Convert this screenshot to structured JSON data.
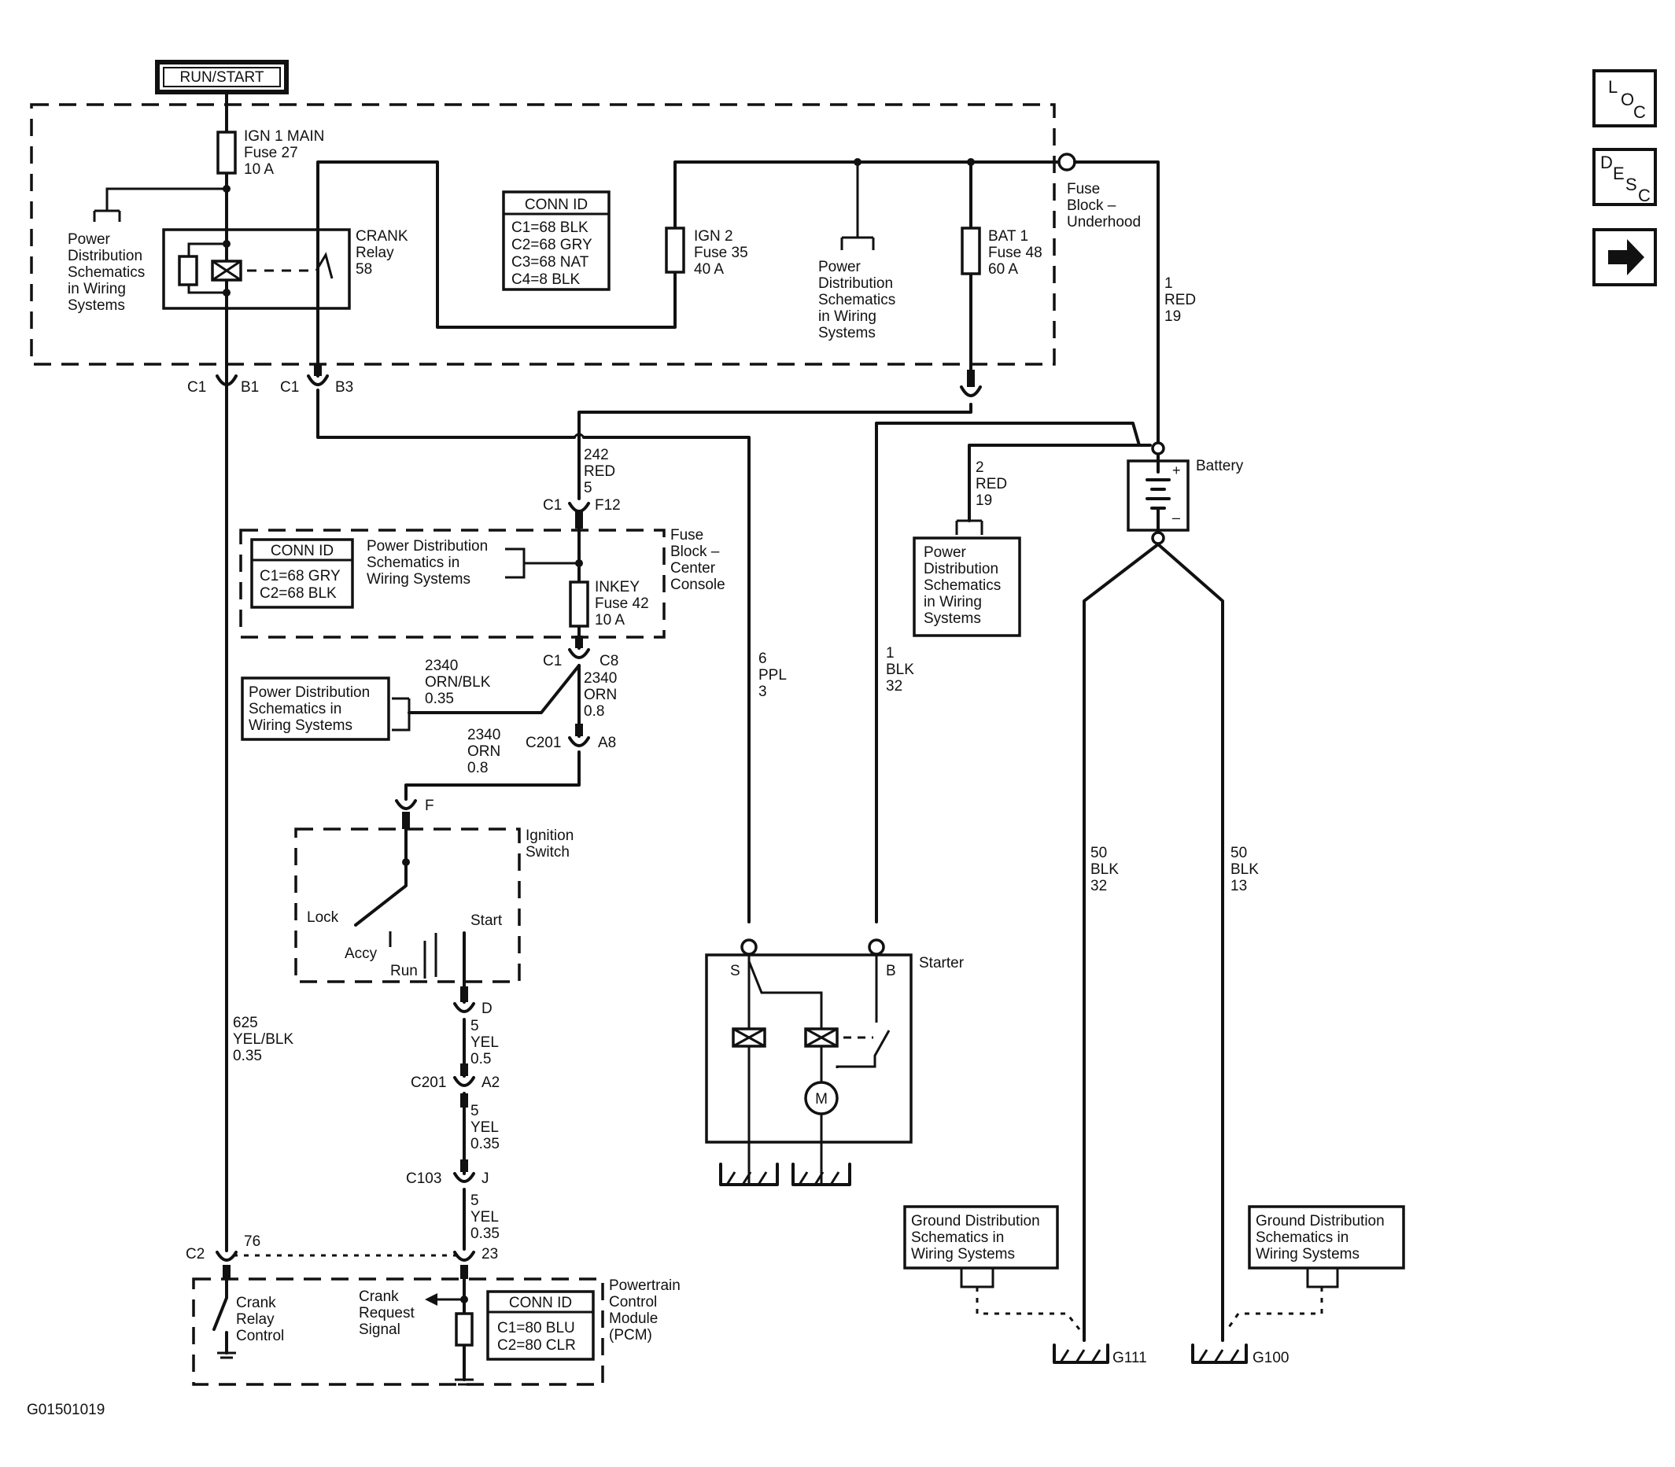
{
  "header": {
    "run_start": "RUN/START"
  },
  "nav": {
    "loc_l": "L",
    "loc_o": "O",
    "loc_c": "C",
    "desc_d": "D",
    "desc_e": "E",
    "desc_s": "S",
    "desc_c": "C"
  },
  "fuse_block_underhood": {
    "label": [
      "Fuse",
      "Block –",
      "Underhood"
    ],
    "fuse27": [
      "IGN 1 MAIN",
      "Fuse 27",
      "10 A"
    ],
    "fuse35": [
      "IGN 2",
      "Fuse 35",
      "40 A"
    ],
    "fuse48": [
      "BAT 1",
      "Fuse 48",
      "60 A"
    ],
    "crank_relay": [
      "CRANK",
      "Relay",
      "58"
    ],
    "power_dist_left": [
      "Power",
      "Distribution",
      "Schematics",
      "in Wiring",
      "Systems"
    ],
    "power_dist_mid": [
      "Power",
      "Distribution",
      "Schematics",
      "in Wiring",
      "Systems"
    ],
    "conn_id": {
      "title": "CONN ID",
      "rows": [
        "C1=68 BLK",
        "C2=68 GRY",
        "C3=68 NAT",
        "C4=8 BLK"
      ]
    }
  },
  "connectors_top": {
    "c1_b1_left": "C1",
    "c1_b1_right": "B1",
    "c1_b3_left": "C1",
    "c1_b3_right": "B3"
  },
  "wire_1_red_19": [
    "1",
    "RED",
    "19"
  ],
  "wire_242": [
    "242",
    "RED",
    "5"
  ],
  "conn_c1_f12": {
    "left": "C1",
    "right": "F12"
  },
  "fuse_block_center": {
    "label": [
      "Fuse",
      "Block –",
      "Center",
      "Console"
    ],
    "fuse42": [
      "INKEY",
      "Fuse 42",
      "10 A"
    ],
    "power_dist": [
      "Power Distribution",
      "Schematics in",
      "Wiring Systems"
    ],
    "conn_id": {
      "title": "CONN ID",
      "rows": [
        "C1=68 GRY",
        "C2=68 BLK"
      ]
    }
  },
  "conn_c1_c8": {
    "left": "C1",
    "right": "C8"
  },
  "wire_2340_orn_blk": [
    "2340",
    "ORN/BLK",
    "0.35"
  ],
  "wire_2340_orn_a": [
    "2340",
    "ORN",
    "0.8"
  ],
  "wire_2340_orn_b": [
    "2340",
    "ORN",
    "0.8"
  ],
  "power_dist_orn": [
    "Power Distribution",
    "Schematics in",
    "Wiring Systems"
  ],
  "conn_c201_a8": {
    "left": "C201",
    "right": "A8"
  },
  "conn_f": "F",
  "ignition_switch": {
    "label": [
      "Ignition",
      "Switch"
    ],
    "lock": "Lock",
    "accy": "Accy",
    "run": "Run",
    "start": "Start"
  },
  "conn_d": "D",
  "wire_5_yel_05": [
    "5",
    "YEL",
    "0.5"
  ],
  "conn_c201_a2": {
    "left": "C201",
    "right": "A2"
  },
  "wire_5_yel_035a": [
    "5",
    "YEL",
    "0.35"
  ],
  "conn_c103_j": {
    "left": "C103",
    "right": "J"
  },
  "wire_5_yel_035b": [
    "5",
    "YEL",
    "0.35"
  ],
  "wire_625": [
    "625",
    "YEL/BLK",
    "0.35"
  ],
  "conn_c2_76": {
    "left": "C2",
    "right": "76"
  },
  "conn_23": "23",
  "pcm": {
    "label": [
      "Powertrain",
      "Control",
      "Module",
      "(PCM)"
    ],
    "crank_relay_control": [
      "Crank",
      "Relay",
      "Control"
    ],
    "crank_request_signal": [
      "Crank",
      "Request",
      "Signal"
    ],
    "conn_id": {
      "title": "CONN ID",
      "rows": [
        "C1=80 BLU",
        "C2=80 CLR"
      ]
    }
  },
  "wire_6_ppl_3": [
    "6",
    "PPL",
    "3"
  ],
  "wire_1_blk_32": [
    "1",
    "BLK",
    "32"
  ],
  "wire_2_red_19": [
    "2",
    "RED",
    "19"
  ],
  "power_dist_battery": [
    "Power",
    "Distribution",
    "Schematics",
    "in Wiring",
    "Systems"
  ],
  "battery": {
    "label": "Battery",
    "plus": "+",
    "minus": "–"
  },
  "starter": {
    "label": "Starter",
    "s": "S",
    "b": "B",
    "motor": "M"
  },
  "wire_50_blk_32": [
    "50",
    "BLK",
    "32"
  ],
  "wire_50_blk_13": [
    "50",
    "BLK",
    "13"
  ],
  "ground_dist_left": [
    "Ground Distribution",
    "Schematics in",
    "Wiring  Systems"
  ],
  "ground_dist_right": [
    "Ground Distribution",
    "Schematics in",
    "Wiring  Systems"
  ],
  "ground_g111": "G111",
  "ground_g100": "G100",
  "figure_id": "G01501019"
}
